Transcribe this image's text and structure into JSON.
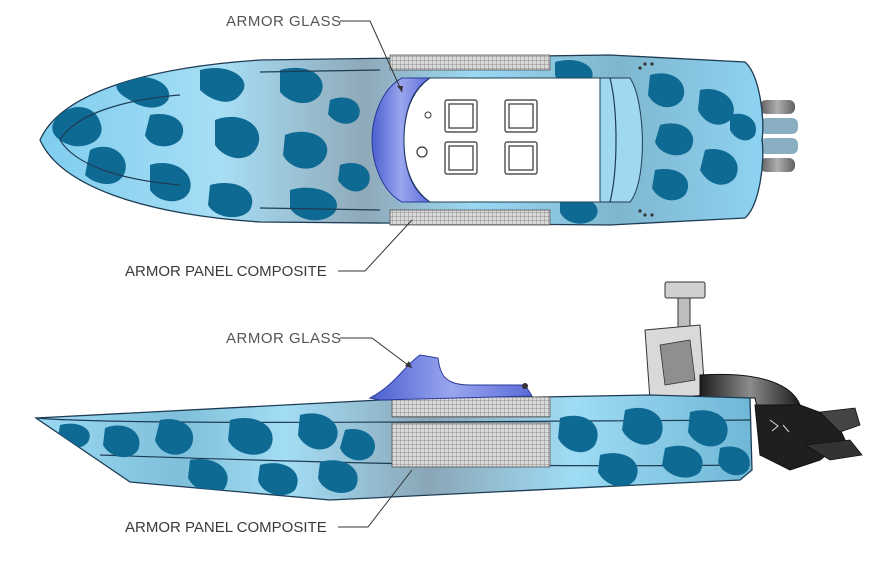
{
  "labels": {
    "top_armor_glass": "ARMOR  GLASS",
    "top_armor_panel": "ARMOR PANEL COMPOSITE",
    "side_armor_glass": "ARMOR  GLASS",
    "side_armor_panel": "ARMOR PANEL COMPOSITE"
  },
  "colors": {
    "camo_light": "#8fd4f2",
    "camo_dark": "#0f6a93",
    "camo_grey": "#8e9ea8",
    "glass": "#6f7fe0",
    "deck": "#ffffff",
    "mesh": "#b9b9b9",
    "engine": "#2a2a2a"
  }
}
